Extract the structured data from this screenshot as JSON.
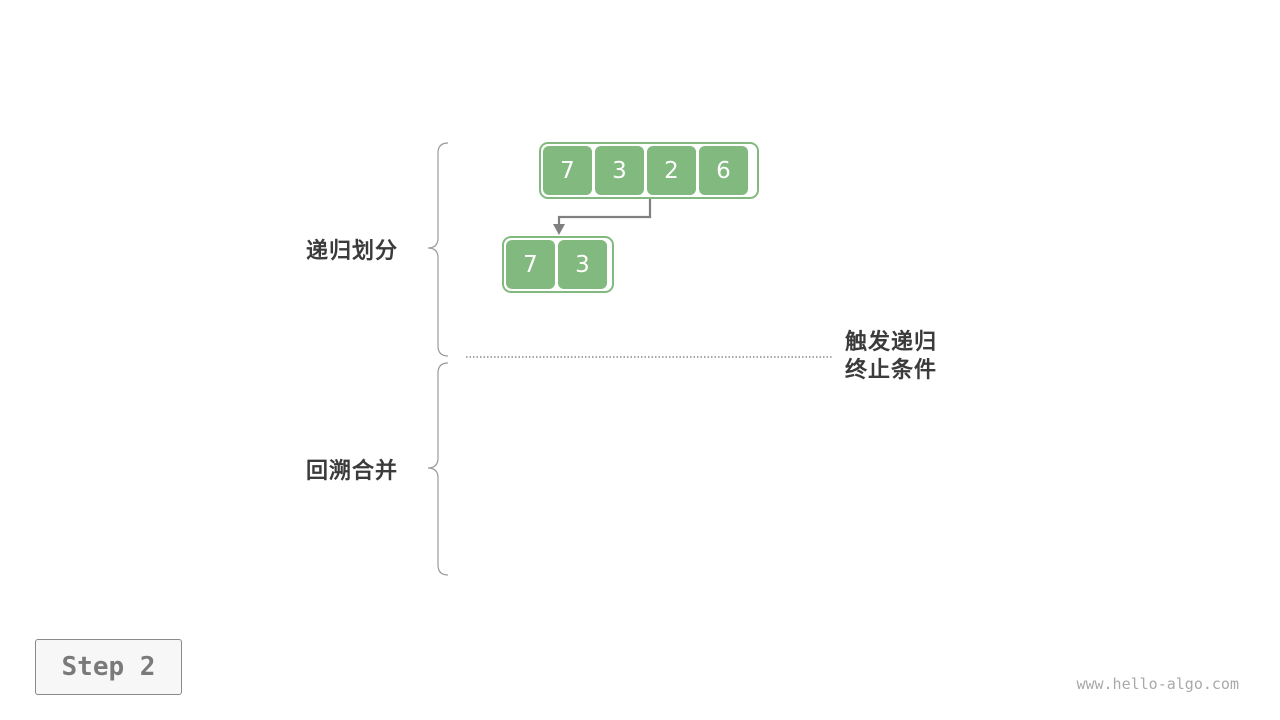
{
  "phases": {
    "divide_label": "递归划分",
    "merge_label": "回溯合并"
  },
  "trigger": {
    "line1": "触发递归",
    "line2": "终止条件"
  },
  "arrays": {
    "root": [
      "7",
      "3",
      "2",
      "6"
    ],
    "left_child": [
      "7",
      "3"
    ]
  },
  "step_label": "Step 2",
  "watermark": "www.hello-algo.com",
  "colors": {
    "cell": "#82b97f",
    "text": "#3b3b3b",
    "arrow": "#808080"
  }
}
